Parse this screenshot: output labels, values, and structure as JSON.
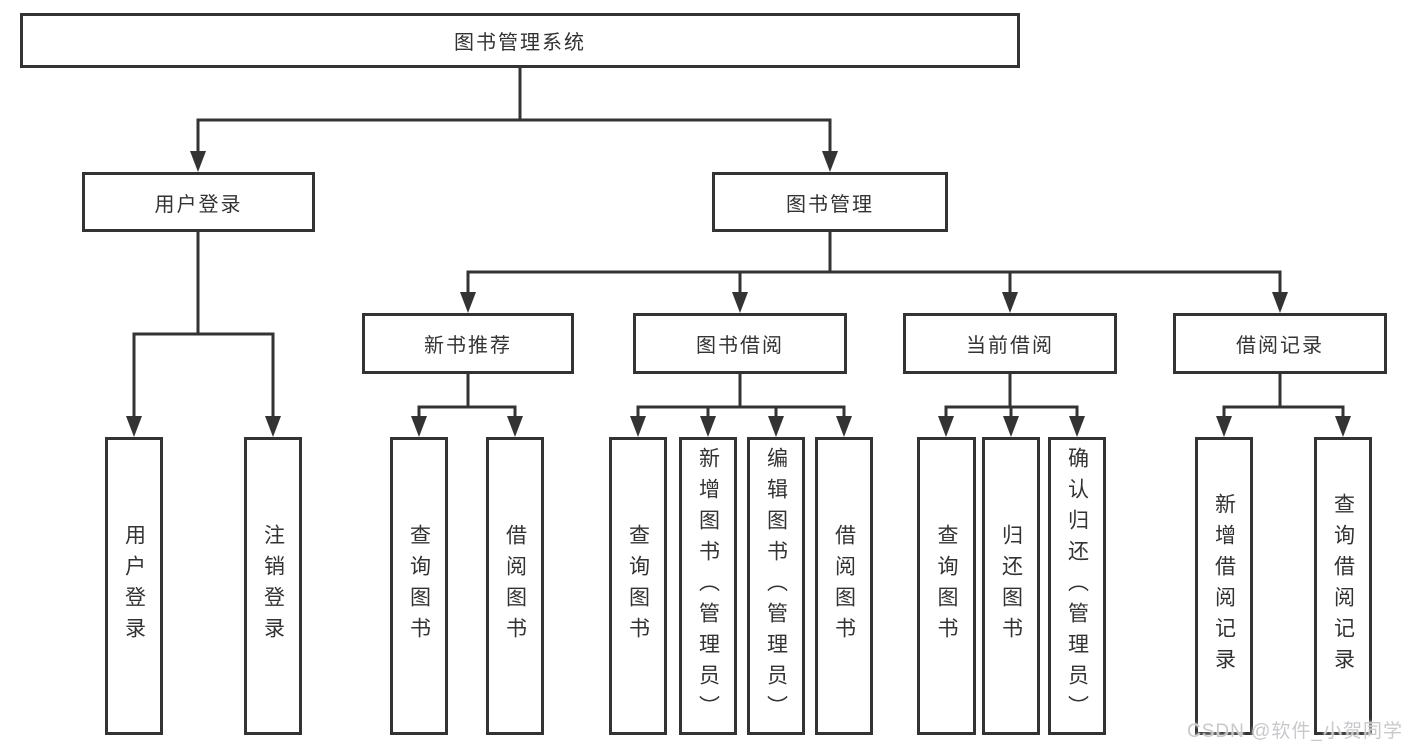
{
  "nodes": {
    "root": {
      "label": "图书管理系统"
    },
    "branches": [
      {
        "label": "用户登录"
      },
      {
        "label": "图书管理"
      }
    ],
    "groups": [
      {
        "label": "新书推荐"
      },
      {
        "label": "图书借阅"
      },
      {
        "label": "当前借阅"
      },
      {
        "label": "借阅记录"
      }
    ],
    "leaves": [
      {
        "label": "用户登录"
      },
      {
        "label": "注销登录"
      },
      {
        "label": "查询图书"
      },
      {
        "label": "借阅图书"
      },
      {
        "label": "查询图书"
      },
      {
        "label": "新增图书（管理员）"
      },
      {
        "label": "编辑图书（管理员）"
      },
      {
        "label": "借阅图书"
      },
      {
        "label": "查询图书"
      },
      {
        "label": "归还图书"
      },
      {
        "label": "确认归还（管理员）"
      },
      {
        "label": "新增借阅记录"
      },
      {
        "label": "查询借阅记录"
      }
    ]
  },
  "watermark": {
    "text": "CSDN @软件_小贺同学"
  },
  "colors": {
    "line": "#333333",
    "box_fill": "#ffffff",
    "text": "#333333",
    "watermark": "#c9c9cd"
  }
}
